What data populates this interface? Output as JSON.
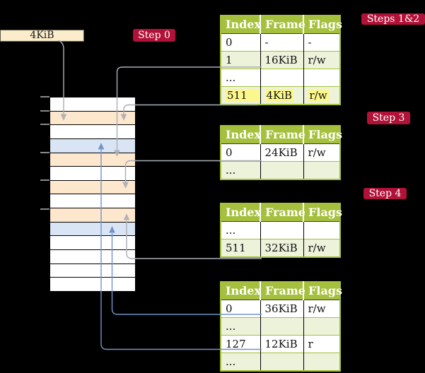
{
  "page_size_label": "4KiB",
  "badges": [
    {
      "label": "Step 0"
    },
    {
      "label": "Steps 1&2"
    },
    {
      "label": "Step 3"
    },
    {
      "label": "Step 4"
    }
  ],
  "tables": [
    {
      "name": "page-table-a",
      "headers": [
        "Index",
        "Frame",
        "Flags"
      ],
      "rows": [
        {
          "index": "0",
          "frame": "-",
          "flags": "-",
          "shaded": false,
          "highlighted": false
        },
        {
          "index": "1",
          "frame": "16KiB",
          "flags": "r/w",
          "shaded": true,
          "highlighted": false
        },
        {
          "index": "...",
          "frame": "",
          "flags": "",
          "shaded": false,
          "highlighted": false
        },
        {
          "index": "511",
          "frame": "4KiB",
          "flags": "r/w",
          "shaded": true,
          "highlighted": true
        }
      ]
    },
    {
      "name": "page-table-b",
      "headers": [
        "Index",
        "Frame",
        "Flags"
      ],
      "rows": [
        {
          "index": "0",
          "frame": "24KiB",
          "flags": "r/w",
          "shaded": false,
          "highlighted": false
        },
        {
          "index": "...",
          "frame": "",
          "flags": "",
          "shaded": true,
          "highlighted": false
        }
      ]
    },
    {
      "name": "page-table-c",
      "headers": [
        "Index",
        "Frame",
        "Flags"
      ],
      "rows": [
        {
          "index": "...",
          "frame": "",
          "flags": "",
          "shaded": false,
          "highlighted": false
        },
        {
          "index": "511",
          "frame": "32KiB",
          "flags": "r/w",
          "shaded": true,
          "highlighted": false
        }
      ]
    },
    {
      "name": "page-table-d",
      "headers": [
        "Index",
        "Frame",
        "Flags"
      ],
      "rows": [
        {
          "index": "0",
          "frame": "36KiB",
          "flags": "r/w",
          "shaded": false,
          "highlighted": false
        },
        {
          "index": "...",
          "frame": "",
          "flags": "",
          "shaded": true,
          "highlighted": false
        },
        {
          "index": "127",
          "frame": "12KiB",
          "flags": "r",
          "shaded": false,
          "highlighted": false
        },
        {
          "index": "...",
          "frame": "",
          "flags": "",
          "shaded": true,
          "highlighted": false
        }
      ]
    }
  ],
  "memory_column": {
    "rows": [
      "free",
      "page-table",
      "free",
      "data-page",
      "page-table",
      "free",
      "page-table",
      "free",
      "page-table",
      "data-page",
      "free",
      "free",
      "free",
      "free"
    ]
  },
  "colors": {
    "table_header_green": "#a4c03c",
    "table_row_shaded": "#edf2db",
    "memory_page_table": "#fde7cd",
    "memory_data_page": "#d9e5f5",
    "page_size_box": "#fbeccb",
    "badge_red": "#b11238",
    "highlight_yellow": "#fbf78d",
    "connector_gray": "#aaaeb5",
    "connector_blue": "#7593c9"
  }
}
